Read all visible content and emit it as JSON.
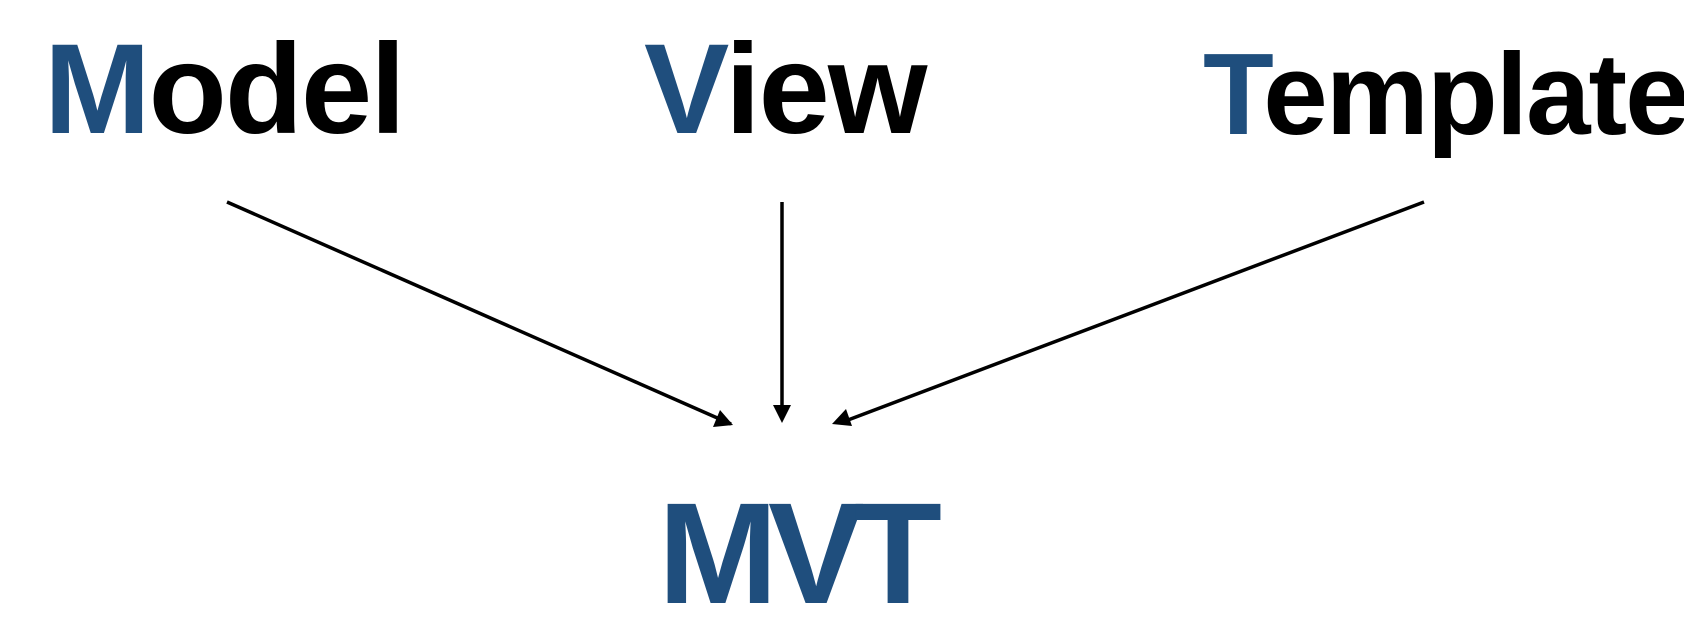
{
  "sources": [
    {
      "id": "model",
      "initial": "M",
      "rest": "odel"
    },
    {
      "id": "view",
      "initial": "V",
      "rest": "iew"
    },
    {
      "id": "template",
      "initial": "T",
      "rest": "emplate"
    }
  ],
  "result": {
    "label": "MVT"
  },
  "colors": {
    "accent": "#1f4e7d",
    "text": "#000000",
    "arrow": "#000000"
  }
}
